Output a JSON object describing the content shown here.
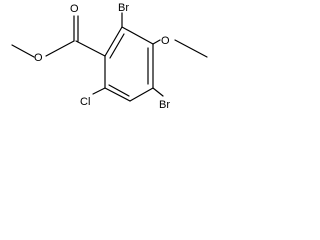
{
  "molecule": {
    "atom_labels": {
      "carbonyl_oxygen": "O",
      "ester_oxygen": "O",
      "bromine_top": "Br",
      "methoxy_oxygen": "O",
      "bromine_bottom": "Br",
      "chlorine": "Cl"
    }
  },
  "colors": {
    "bond": "#000000",
    "label": "#000000",
    "background": "#ffffff"
  }
}
